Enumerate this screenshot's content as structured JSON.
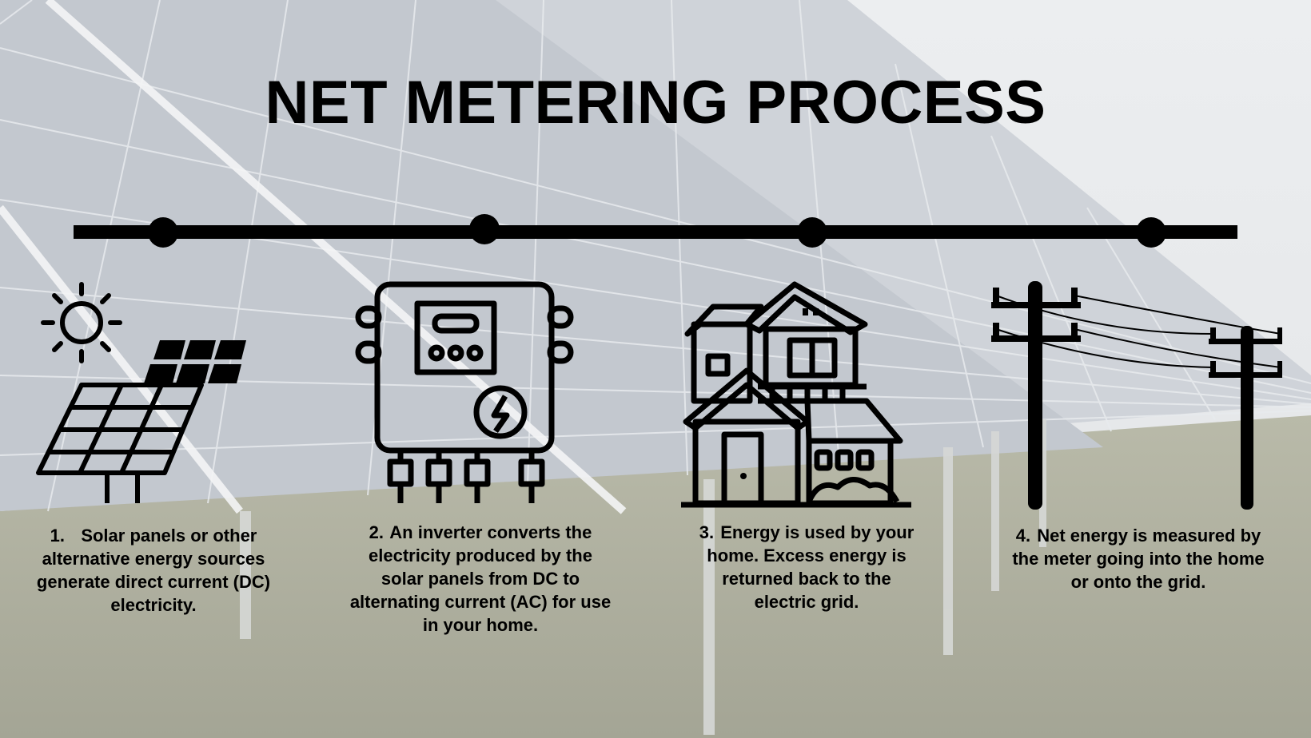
{
  "title": "NET METERING PROCESS",
  "steps": [
    {
      "number": "1.",
      "text": "Solar panels or other alternative energy sources generate direct current (DC) electricity.",
      "icon": "solar-panel-icon"
    },
    {
      "number": "2.",
      "text": "An inverter converts the electricity produced by the solar panels from DC to alternating current (AC) for use in your home.",
      "icon": "inverter-icon"
    },
    {
      "number": "3.",
      "text": "Energy is used by your home. Excess energy is returned back to the electric grid.",
      "icon": "house-icon"
    },
    {
      "number": "4.",
      "text": "Net energy is measured by the meter going into the home or onto the grid.",
      "icon": "power-lines-icon"
    }
  ],
  "colors": {
    "ink": "#000000",
    "sky": "#e9ebee",
    "panel": "#c7ccd3",
    "ground": "#a9aa96"
  }
}
